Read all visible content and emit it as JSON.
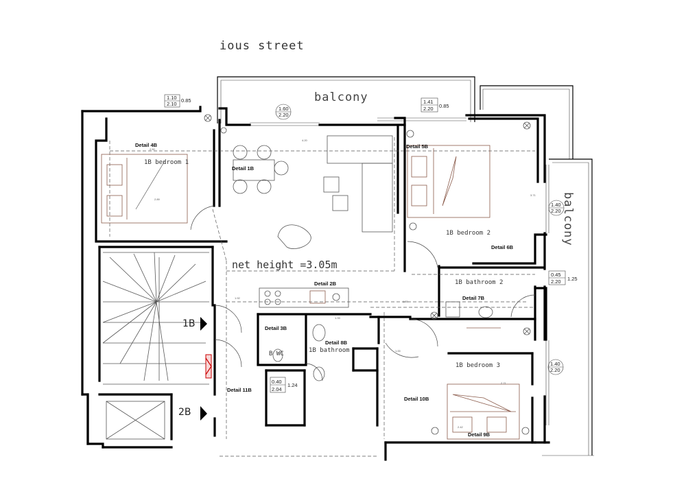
{
  "street": "ious street",
  "balconies": [
    "balcony",
    "balcony"
  ],
  "rooms": {
    "bedroom1": "1B bedroom 1",
    "bedroom2": "1B bedroom 2",
    "bedroom3": "1B bedroom 3",
    "bathroom2": "1B bathroom 2",
    "bathroom": "1B bathroom",
    "wc": "B WC"
  },
  "net_height": "net height =3.05m",
  "flats": [
    "1B",
    "2B"
  ],
  "details": {
    "d1": "Detail 1B",
    "d2": "Detail 2B",
    "d3": "Detail 3B",
    "d4": "Detail 4B",
    "d5": "Detail 5B",
    "d6": "Detail 6B",
    "d7": "Detail 7B",
    "d8": "Detail 8B",
    "d9": "Detail 9B",
    "d10": "Detail 10B",
    "d11": "Detail 11B"
  },
  "windows": {
    "w1": {
      "top": "1.10",
      "bottom": "2.10",
      "side": "0.85"
    },
    "w2": {
      "top": "1.60",
      "bottom": "2.20"
    },
    "w3": {
      "top": "1.41",
      "bottom": "2.20",
      "side": "0.85"
    },
    "w4": {
      "top": "1.40",
      "bottom": "2.20"
    },
    "w5": {
      "top": "0.45",
      "bottom": "2.20",
      "side": "1.25"
    },
    "w6": {
      "top": "1.40",
      "bottom": "2.20"
    },
    "w7": {
      "top": "0.40",
      "bottom": "2.04",
      "side": "1.24"
    }
  },
  "dims": {
    "a": "2.50",
    "b": "4.20",
    "c": "2.89",
    "d": "1.92",
    "e": "1.55",
    "f": "1.00",
    "g": "1.33",
    "h": "2.71",
    "i": "2.42",
    "j": "3.71"
  }
}
